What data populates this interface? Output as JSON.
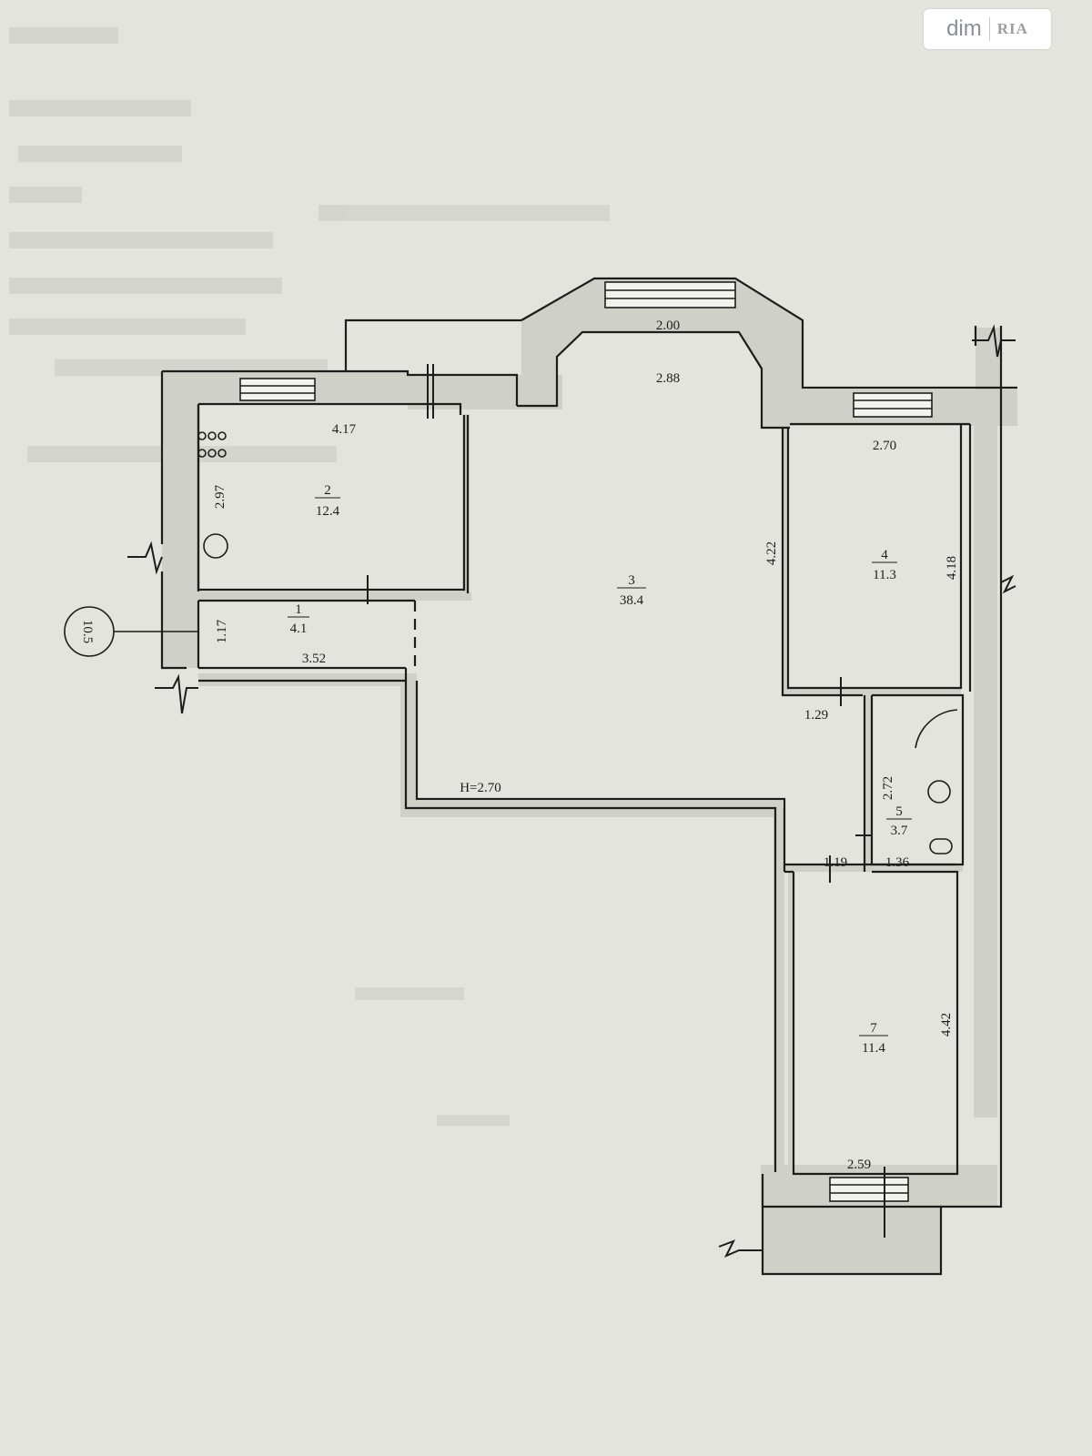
{
  "watermark": {
    "brand": "dim",
    "logo": "RIA"
  },
  "ceiling_height": "H=2.70",
  "axis_marker": "10.5",
  "rooms": [
    {
      "number": "1",
      "area": "4.1"
    },
    {
      "number": "2",
      "area": "12.4"
    },
    {
      "number": "3",
      "area": "38.4"
    },
    {
      "number": "4",
      "area": "11.3"
    },
    {
      "number": "5",
      "area": "3.7"
    },
    {
      "number": "7",
      "area": "11.4"
    }
  ],
  "dimensions": {
    "bay_window_width": "2.00",
    "bay_depth": "2.88",
    "room2_width": "4.17",
    "room2_depth": "2.97",
    "room1_depth": "1.17",
    "room1_width": "3.52",
    "room4_width": "2.70",
    "room4_left": "4.22",
    "room4_right": "4.18",
    "corridor_width": "1.29",
    "bath_height": "2.72",
    "passage_width": "1.19",
    "bath_width": "1.36",
    "room7_right": "4.42",
    "room7_width": "2.59"
  },
  "colors": {
    "paper": "#e3e4dd",
    "ink": "#1d1d1d",
    "wall_fill": "#cfd0c8"
  }
}
